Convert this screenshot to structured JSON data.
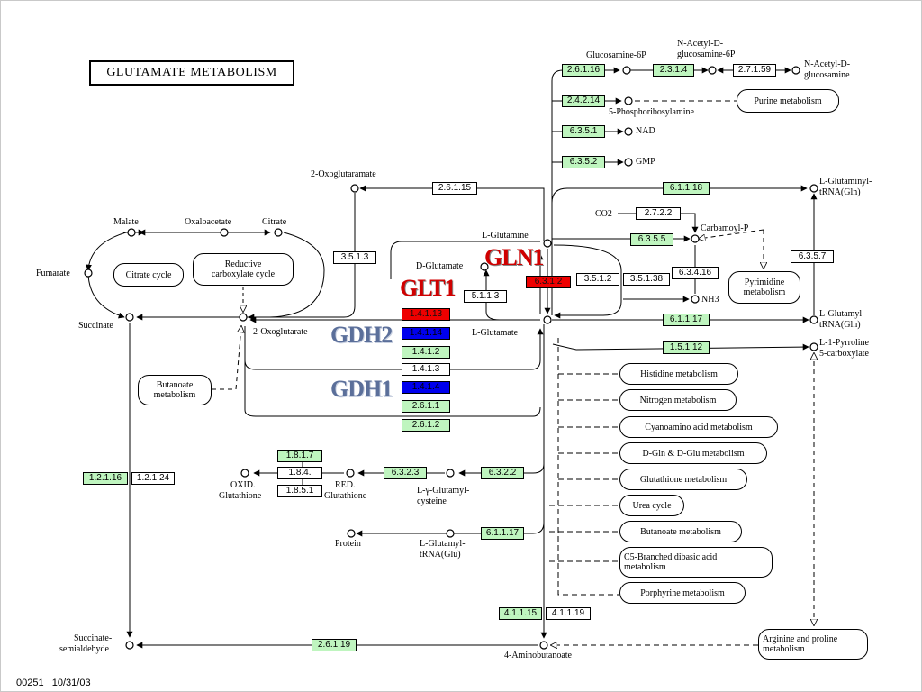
{
  "title": "GLUTAMATE METABOLISM",
  "footer": {
    "map_id": "00251",
    "date": "10/31/03"
  },
  "big_labels": {
    "gln1": "GLN1",
    "glt1": "GLT1",
    "gdh2": "GDH2",
    "gdh1": "GDH1"
  },
  "compounds": {
    "glucosamine6p": "Glucosamine-6P",
    "nacetyl_d_glucosamine6p_1": "N-Acetyl-D-",
    "nacetyl_d_glucosamine6p_2": "glucosamine-6P",
    "nacetyl_d_glucosamine_1": "N-Acetyl-D-",
    "nacetyl_d_glucosamine_2": "glucosamine",
    "phosphoribosylamine": "5-Phosphoribosylamine",
    "nad": "NAD",
    "gmp": "GMP",
    "oxoglutaramate": "2-Oxoglutaramate",
    "l_glutamine": "L-Glutamine",
    "co2": "CO2",
    "carbamoyl_p": "Carbamoyl-P",
    "nh3": "NH3",
    "d_glutamate": "D-Glutamate",
    "l_glutamate": "L-Glutamate",
    "oxoglutarate": "2-Oxoglutarate",
    "malate": "Malate",
    "oxaloacetate": "Oxaloacetate",
    "citrate": "Citrate",
    "fumarate": "Fumarate",
    "succinate": "Succinate",
    "l_glutaminyl_trna_1": "L-Glutaminyl-",
    "l_glutaminyl_trna_2": "tRNA(Gln)",
    "l_glutamyl_trna_gln_1": "L-Glutamyl-",
    "l_glutamyl_trna_gln_2": "tRNA(Gln)",
    "pyrroline_1": "L-1-Pyrroline",
    "pyrroline_2": "5-carboxylate",
    "oxid_glutathione_1": "OXID.",
    "oxid_glutathione_2": "Glutathione",
    "red_glutathione_1": "RED.",
    "red_glutathione_2": "Glutathione",
    "glutamylcysteine_1": "L-γ-Glutamyl-",
    "glutamylcysteine_2": "cysteine",
    "protein": "Protein",
    "l_glutamyl_trna_glu_1": "L-Glutamyl-",
    "l_glutamyl_trna_glu_2": "tRNA(Glu)",
    "succinate_semialdehyde_1": "Succinate-",
    "succinate_semialdehyde_2": "semialdehyde",
    "aminobutanoate": "4-Aminobutanoate"
  },
  "enzymes": {
    "e2_6_1_16": "2.6.1.16",
    "e2_3_1_4": "2.3.1.4",
    "e2_7_1_59": "2.7.1.59",
    "e2_4_2_14": "2.4.2.14",
    "e6_3_5_1": "6.3.5.1",
    "e6_3_5_2": "6.3.5.2",
    "e2_6_1_15": "2.6.1.15",
    "e6_1_1_18": "6.1.1.18",
    "e2_7_2_2": "2.7.2.2",
    "e6_3_5_5": "6.3.5.5",
    "e6_3_4_16": "6.3.4.16",
    "e6_3_5_7": "6.3.5.7",
    "e3_5_1_3": "3.5.1.3",
    "e6_3_1_2": "6.3.1.2",
    "e3_5_1_2": "3.5.1.2",
    "e3_5_1_38": "3.5.1.38",
    "e5_1_1_3": "5.1.1.3",
    "e1_4_1_13": "1.4.1.13",
    "e1_4_1_14": "1.4.1.14",
    "e1_4_1_2": "1.4.1.2",
    "e1_4_1_3": "1.4.1.3",
    "e1_4_1_4": "1.4.1.4",
    "e2_6_1_1": "2.6.1.1",
    "e2_6_1_2": "2.6.1.2",
    "e6_1_1_17a": "6.1.1.17",
    "e1_5_1_12": "1.5.1.12",
    "e1_8_1_7": "1.8.1.7",
    "e1_8_4": "1.8.4.",
    "e1_8_5_1": "1.8.5.1",
    "e6_3_2_3": "6.3.2.3",
    "e6_3_2_2": "6.3.2.2",
    "e6_1_1_17b": "6.1.1.17",
    "e1_2_1_16": "1.2.1.16",
    "e1_2_1_24": "1.2.1.24",
    "e4_1_1_15": "4.1.1.15",
    "e4_1_1_19": "4.1.1.19",
    "e2_6_1_19": "2.6.1.19"
  },
  "maps": {
    "purine": "Purine metabolism",
    "citrate_cycle": "Citrate cycle",
    "reductive_1": "Reductive",
    "reductive_2": "carboxylate cycle",
    "pyrimidine_1": "Pyrimidine",
    "pyrimidine_2": "metabolism",
    "butanoate_left_1": "Butanoate",
    "butanoate_left_2": "metabolism",
    "histidine": "Histidine metabolism",
    "nitrogen": "Nitrogen metabolism",
    "cyanoamino": "Cyanoamino acid metabolism",
    "dgln": "D-Gln & D-Glu metabolism",
    "glutathione": "Glutathione metabolism",
    "urea": "Urea cycle",
    "butanoate_right": "Butanoate metabolism",
    "c5_1": "C5-Branched dibasic acid",
    "c5_2": "metabolism",
    "porphyrine": "Porphyrine metabolism",
    "arginine_1": "Arginine and proline",
    "arginine_2": "metabolism"
  },
  "colors": {
    "found": "#bff5bf",
    "highlight_red": "#ee0000",
    "highlight_blue": "#0000ee",
    "gene_label_red": "#d00000",
    "gene_label_blue": "#5b6f9a"
  }
}
